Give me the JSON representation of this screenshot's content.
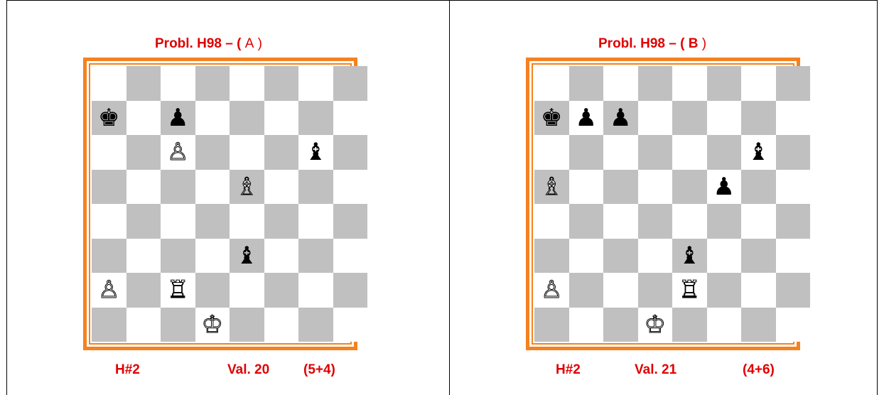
{
  "colors": {
    "title_red": "#e00000",
    "border_orange": "#f5821f",
    "dark_square": "#c0c0c0"
  },
  "problems": [
    {
      "title_main": "Probl. H98 – (",
      "title_variant": "A",
      "title_close": ")",
      "footer": {
        "stipulation": "H#2",
        "value": "Val. 20",
        "count": "(5+4)"
      },
      "pieces": [
        {
          "sq": "a6",
          "glyph": "♚",
          "color": "black",
          "name": "black-king-icon"
        },
        {
          "sq": "c6",
          "glyph": "♟",
          "color": "black",
          "name": "black-pawn-icon"
        },
        {
          "sq": "c5",
          "glyph": "♙",
          "color": "white",
          "name": "white-pawn-icon"
        },
        {
          "sq": "g5",
          "glyph": "♝",
          "color": "black",
          "name": "black-bishop-icon"
        },
        {
          "sq": "e4",
          "glyph": "♗",
          "color": "white",
          "name": "white-bishop-icon"
        },
        {
          "sq": "e2",
          "glyph": "♝",
          "color": "black",
          "name": "black-bishop-icon"
        },
        {
          "sq": "a1",
          "glyph": "♙",
          "color": "white",
          "name": "white-pawn-icon"
        },
        {
          "sq": "c1",
          "glyph": "♖",
          "color": "white",
          "name": "white-rook-icon"
        },
        {
          "sq": "d0",
          "glyph": "♔",
          "color": "white",
          "name": "white-king-icon"
        }
      ]
    },
    {
      "title_main": "Probl. H98 – (",
      "title_variant": "B",
      "title_close": ")",
      "footer": {
        "stipulation": "H#2",
        "value": "Val. 21",
        "count": "(4+6)"
      },
      "pieces": [
        {
          "sq": "a6",
          "glyph": "♚",
          "color": "black",
          "name": "black-king-icon"
        },
        {
          "sq": "b6",
          "glyph": "♟",
          "color": "black",
          "name": "black-pawn-icon"
        },
        {
          "sq": "c6",
          "glyph": "♟",
          "color": "black",
          "name": "black-pawn-icon"
        },
        {
          "sq": "g5",
          "glyph": "♝",
          "color": "black",
          "name": "black-bishop-icon"
        },
        {
          "sq": "a4",
          "glyph": "♗",
          "color": "white",
          "name": "white-bishop-icon"
        },
        {
          "sq": "f4",
          "glyph": "♟",
          "color": "black",
          "name": "black-pawn-icon"
        },
        {
          "sq": "e2",
          "glyph": "♝",
          "color": "black",
          "name": "black-bishop-icon"
        },
        {
          "sq": "a1",
          "glyph": "♙",
          "color": "white",
          "name": "white-pawn-icon"
        },
        {
          "sq": "e1",
          "glyph": "♖",
          "color": "white",
          "name": "white-rook-icon"
        },
        {
          "sq": "d0",
          "glyph": "♔",
          "color": "white",
          "name": "white-king-icon"
        }
      ]
    }
  ]
}
